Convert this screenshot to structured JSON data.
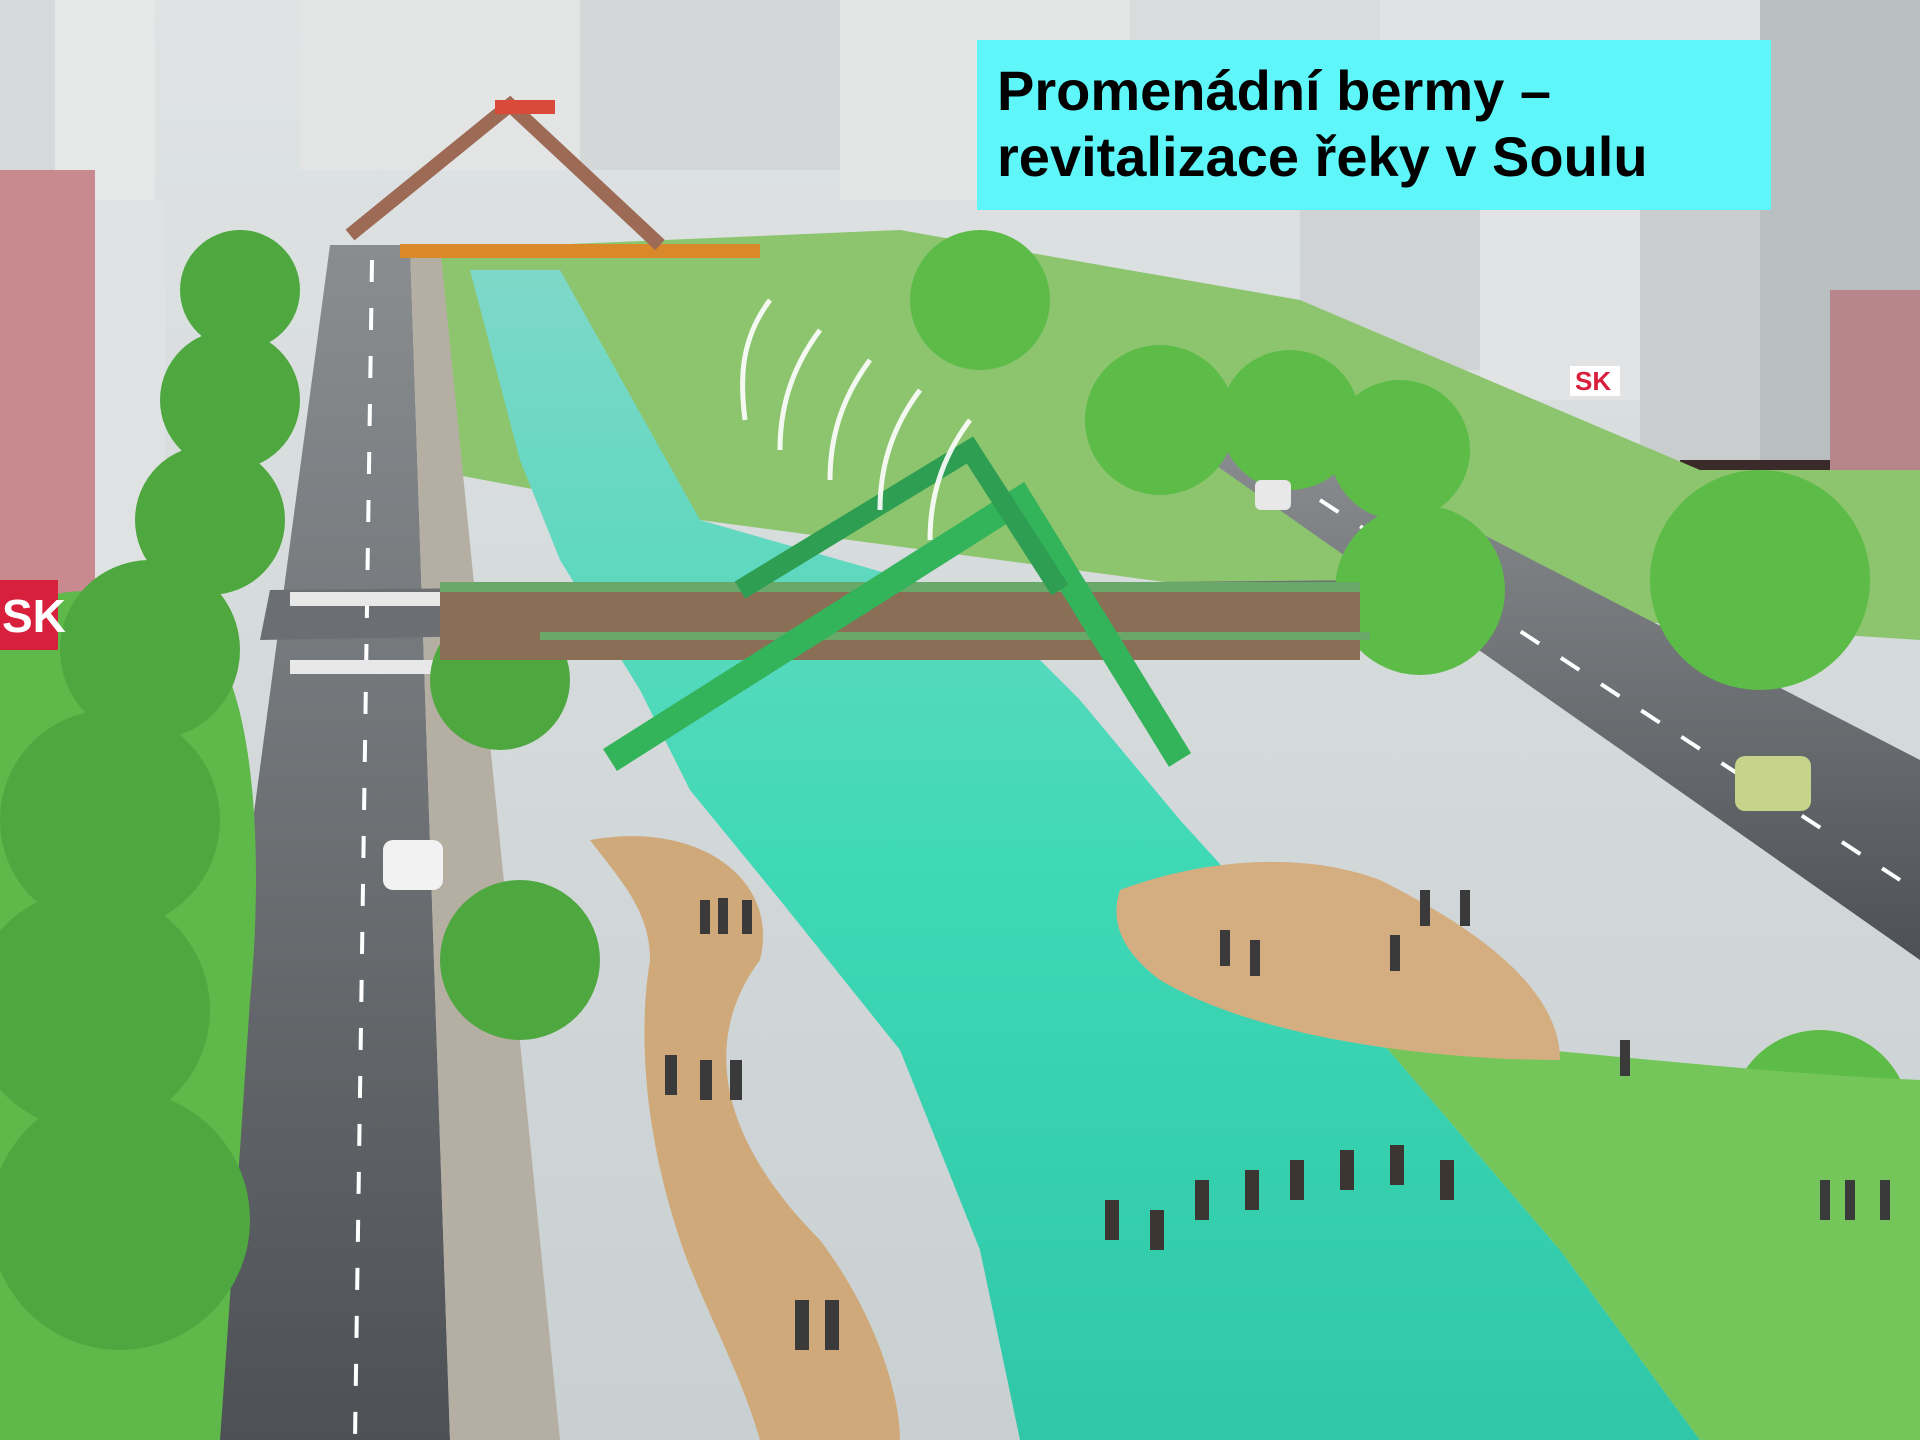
{
  "caption": {
    "line1": "Promenádní bermy –",
    "line2": "revitalizace řeky v Soulu"
  },
  "signs": {
    "left_building": "SK",
    "right_building": "SK"
  },
  "colors": {
    "caption_background": "#5ff6f9",
    "river": "#3fd9b6",
    "bridge_arch": "#33b35a",
    "top_bridge": "#d94a3a",
    "promenade": "#cfa97a",
    "vegetation": "#5fb84a",
    "road": "#5a5e62",
    "sk_sign": "#d81f3c"
  }
}
